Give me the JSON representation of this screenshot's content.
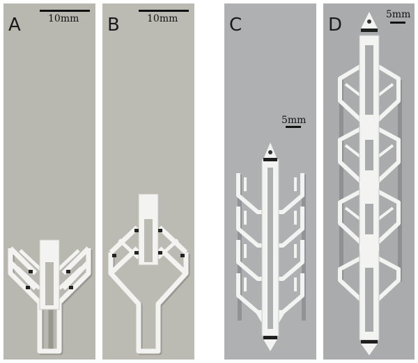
{
  "panels": [
    {
      "label": "A",
      "scale": "10mm",
      "background": "#b9b8b0"
    },
    {
      "label": "B",
      "scale": "10mm",
      "background": "#bcbbb3"
    },
    {
      "label": "C",
      "scale": "5mm",
      "background": "#aeb0b2"
    },
    {
      "label": "D",
      "scale": "5mm",
      "background": "#a9abad"
    }
  ],
  "structure_color": "#f3f3f1",
  "shadow_color": "#8b8a85"
}
